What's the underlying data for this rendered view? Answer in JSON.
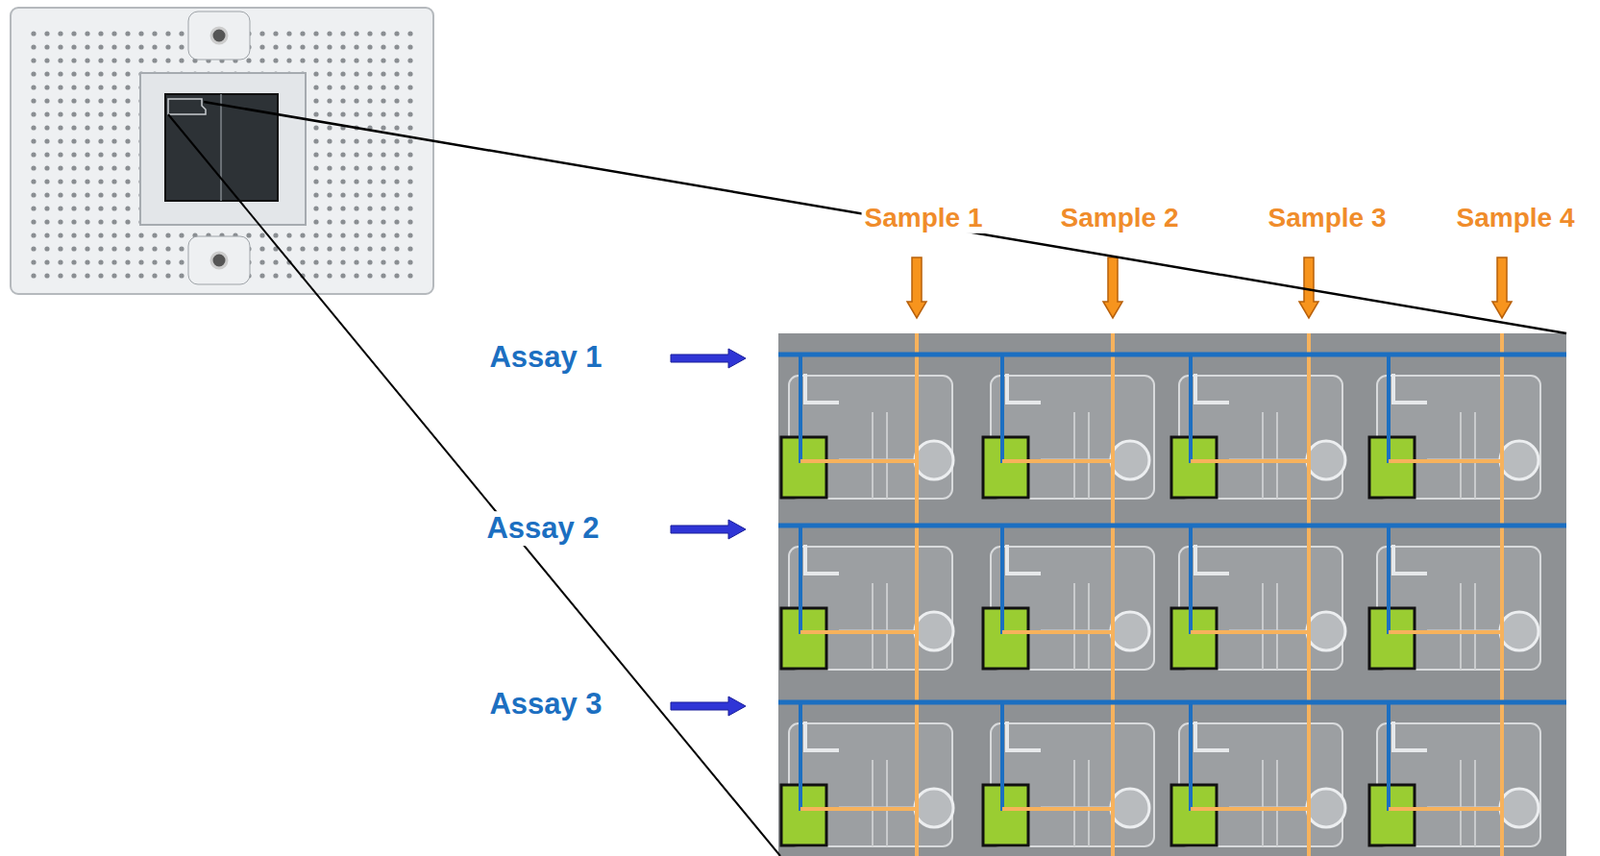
{
  "diagram": {
    "labels": [
      "Sample 1",
      "Sample 2",
      "Sample 3",
      "Sample 4",
      "Assay 1",
      "Assay 2",
      "Assay 3"
    ]
  }
}
